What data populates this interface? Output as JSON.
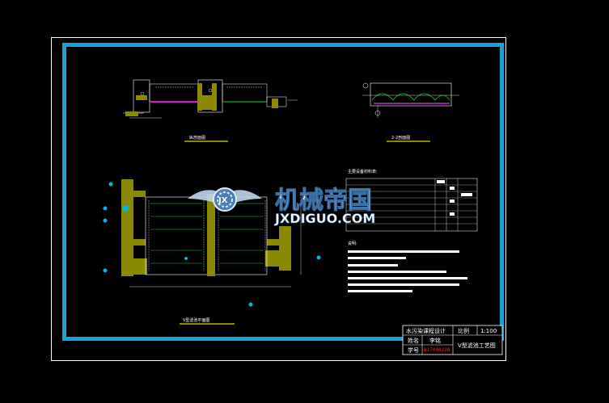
{
  "watermark": {
    "cn": "机械帝国",
    "en": "JXDIGUO.COM",
    "logo_letters": "JX"
  },
  "views": {
    "section_a_label": "纵剖面图",
    "section_b_label": "2-2剖面图",
    "plan_label": "V型滤池平面图"
  },
  "table": {
    "title": "主要设备材料表:"
  },
  "notes": {
    "title": "说明:"
  },
  "title_block": {
    "course": "水污染课程设计",
    "scale_label": "比例",
    "scale_value": "1:100",
    "name_label": "姓名",
    "name_value": "李铭",
    "id_label": "学号",
    "id_value": "B17000220",
    "drawing_title": "V型滤池工艺图"
  },
  "colors": {
    "frame": "#1ba1d8",
    "sheet_border": "#ffffff",
    "olive": "#8a8a00",
    "green": "#22cc44",
    "magenta": "#d020d0",
    "cyan": "#00b8e0"
  }
}
